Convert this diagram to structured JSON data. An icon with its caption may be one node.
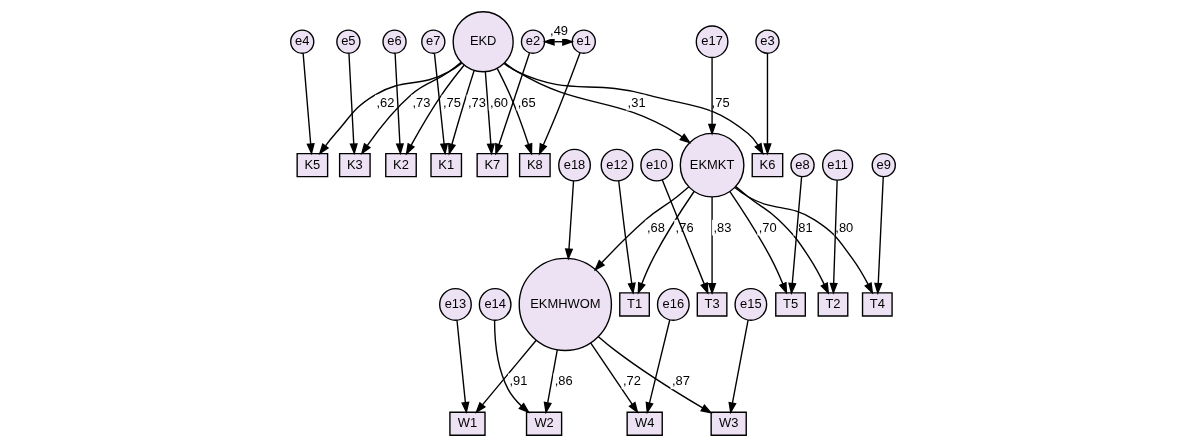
{
  "diagram": {
    "nodes": [
      {
        "text": [
          "e7"
        ]
      },
      {
        "text": [
          "K1"
        ]
      },
      {
        "text": [
          "e6"
        ]
      },
      {
        "text": [
          "K2"
        ]
      },
      {
        "text": [
          "e5"
        ]
      },
      {
        "text": [
          "K3"
        ]
      },
      {
        "text": [
          "e4"
        ]
      },
      {
        "text": [
          "K5"
        ]
      },
      {
        "text": [
          "e3"
        ]
      },
      {
        "text": [
          "K6"
        ]
      },
      {
        "text": [
          "e2"
        ]
      },
      {
        "text": [
          "K7"
        ]
      },
      {
        "text": [
          "e1"
        ]
      },
      {
        "text": [
          "K8"
        ]
      },
      {
        "text": [
          "EKD"
        ]
      },
      {
        "text": [
          "e17"
        ]
      },
      {
        "text": [
          "EKMKT"
        ]
      },
      {
        "text": [
          "e18"
        ]
      },
      {
        "text": [
          "EKMHWOM"
        ]
      },
      {
        "text": [
          "W1"
        ]
      },
      {
        "text": [
          "e13"
        ]
      },
      {
        "text": [
          "W2"
        ]
      },
      {
        "text": [
          "e14"
        ]
      },
      {
        "text": [
          "W3"
        ]
      },
      {
        "text": [
          "e15"
        ]
      },
      {
        "text": [
          "W4"
        ]
      },
      {
        "text": [
          "e16"
        ]
      },
      {
        "text": [
          "T1"
        ]
      },
      {
        "text": [
          "T2"
        ]
      },
      {
        "text": [
          "T3"
        ]
      },
      {
        "text": [
          "T4"
        ]
      },
      {
        "text": [
          "T5"
        ]
      },
      {
        "text": [
          "e12"
        ]
      },
      {
        "text": [
          "e11"
        ]
      },
      {
        "text": [
          "e10"
        ]
      },
      {
        "text": [
          "e9"
        ]
      },
      {
        "text": [
          "e8"
        ]
      }
    ],
    "edges": [
      {
        "from": 0,
        "to": 1,
        "arrow": "to"
      },
      {
        "from": 2,
        "to": 3,
        "arrow": "to"
      },
      {
        "from": 4,
        "to": 5,
        "arrow": "to"
      },
      {
        "from": 6,
        "to": 7,
        "arrow": "to"
      },
      {
        "from": 8,
        "to": 9,
        "arrow": "to"
      },
      {
        "from": 10,
        "to": 11,
        "arrow": "to"
      },
      {
        "from": 12,
        "to": 13,
        "arrow": "to"
      },
      {
        "from": 12,
        "to": 10,
        "arrow": "both",
        "label": ",49"
      },
      {
        "from": 14,
        "to": 1,
        "arrow": "to",
        "label": ",73"
      },
      {
        "from": 14,
        "to": 3,
        "arrow": "to",
        "label": ",75"
      },
      {
        "from": 14,
        "to": 5,
        "arrow": "to",
        "label": ",73"
      },
      {
        "from": 14,
        "to": 7,
        "arrow": "to",
        "label": ",62"
      },
      {
        "from": 14,
        "to": 9,
        "arrow": "to",
        "label": ",75"
      },
      {
        "from": 14,
        "to": 11,
        "arrow": "to",
        "label": ",60"
      },
      {
        "from": 14,
        "to": 13,
        "arrow": "to",
        "label": ",65"
      },
      {
        "from": 14,
        "to": 16,
        "arrow": "to",
        "label": ",31"
      },
      {
        "from": 15,
        "to": 16,
        "arrow": "to"
      },
      {
        "from": 16,
        "to": 27,
        "arrow": "to",
        "label": ",76"
      },
      {
        "from": 16,
        "to": 28,
        "arrow": "to",
        "label": ",81"
      },
      {
        "from": 16,
        "to": 29,
        "arrow": "to",
        "label": ",83"
      },
      {
        "from": 16,
        "to": 30,
        "arrow": "to",
        "label": ",80"
      },
      {
        "from": 16,
        "to": 31,
        "arrow": "to",
        "label": ",70"
      },
      {
        "from": 32,
        "to": 27,
        "arrow": "to"
      },
      {
        "from": 33,
        "to": 28,
        "arrow": "to"
      },
      {
        "from": 34,
        "to": 29,
        "arrow": "to"
      },
      {
        "from": 35,
        "to": 30,
        "arrow": "to"
      },
      {
        "from": 36,
        "to": 31,
        "arrow": "to"
      },
      {
        "from": 16,
        "to": 18,
        "arrow": "to",
        "label": ",68"
      },
      {
        "from": 17,
        "to": 18,
        "arrow": "to"
      },
      {
        "from": 18,
        "to": 19,
        "arrow": "to",
        "label": ",91"
      },
      {
        "from": 18,
        "to": 21,
        "arrow": "to",
        "label": ",86"
      },
      {
        "from": 18,
        "to": 23,
        "arrow": "to",
        "label": ",87"
      },
      {
        "from": 18,
        "to": 25,
        "arrow": "to",
        "label": ",72"
      },
      {
        "from": 20,
        "to": 19,
        "arrow": "to"
      },
      {
        "from": 22,
        "to": 21,
        "arrow": "to"
      },
      {
        "from": 24,
        "to": 23,
        "arrow": "to"
      },
      {
        "from": 26,
        "to": 25,
        "arrow": "to"
      }
    ]
  }
}
